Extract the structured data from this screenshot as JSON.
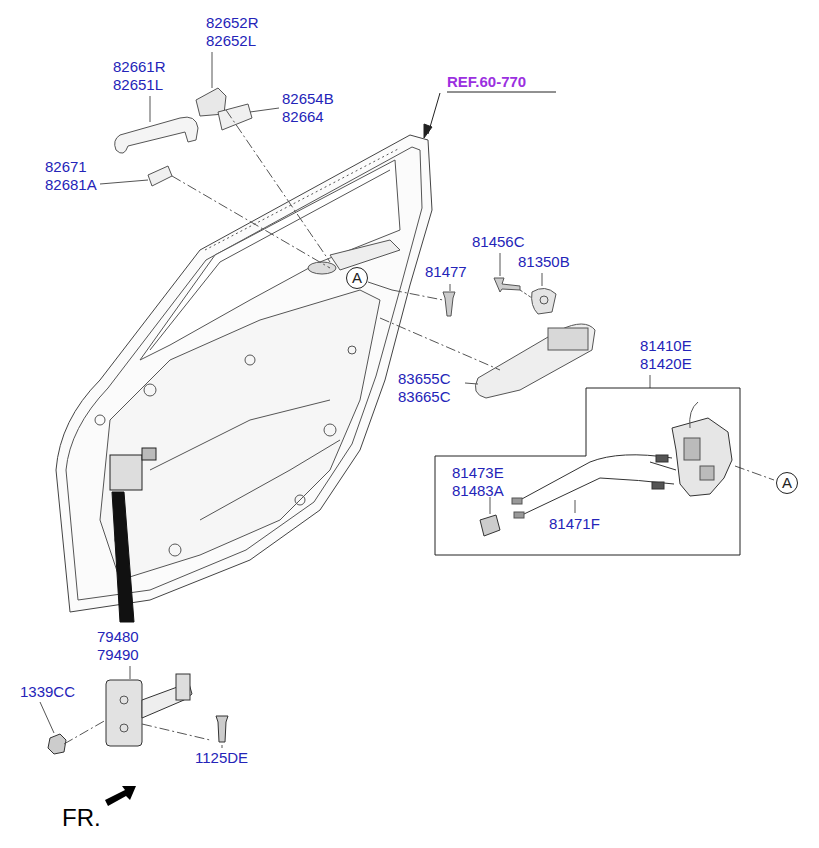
{
  "diagram": {
    "nodes": [
      {
        "text": [
          "81410E 81420E",
          "81473E 81483A",
          "81471F"
        ]
      },
      {
        "text": [
          "A"
        ]
      },
      {
        "text": [
          "A"
        ]
      }
    ],
    "labels": [
      "82652R",
      "82652L",
      "82661R",
      "82651L",
      "REF.60-770",
      "82654B",
      "82664",
      "82671",
      "82681A",
      "81456C",
      "81477",
      "81350B",
      "83655C",
      "83665C",
      "79480",
      "79490",
      "1339CC",
      "1125DE",
      "FR."
    ]
  }
}
